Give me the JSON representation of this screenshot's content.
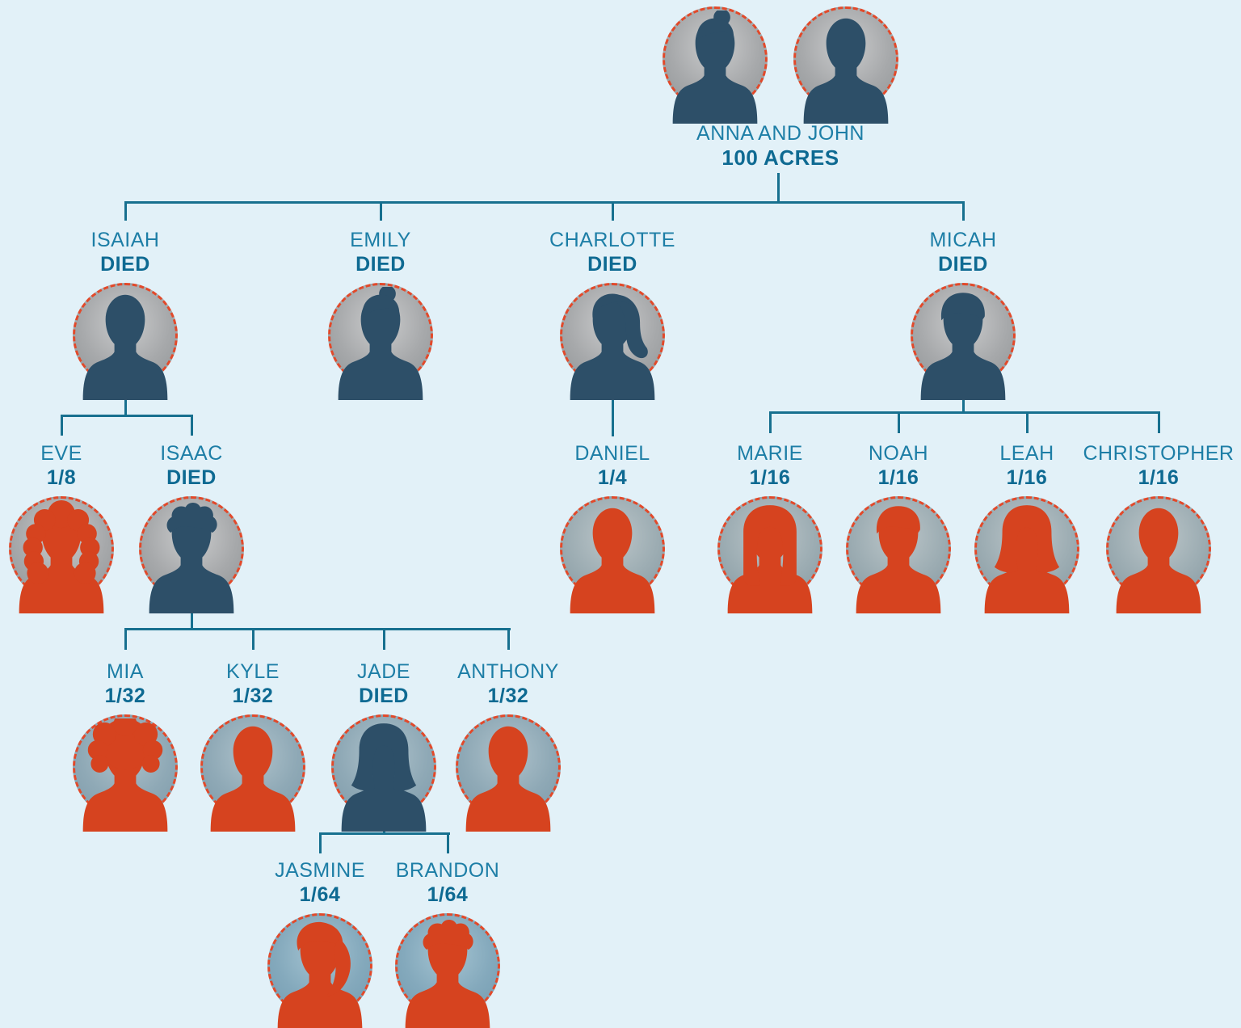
{
  "couple": {
    "names": "ANNA AND JOHN",
    "estate": "100 ACRES"
  },
  "persons": {
    "isaiah": {
      "name": "ISAIAH",
      "status": "DIED"
    },
    "emily": {
      "name": "EMILY",
      "status": "DIED"
    },
    "charlotte": {
      "name": "CHARLOTTE",
      "status": "DIED"
    },
    "micah": {
      "name": "MICAH",
      "status": "DIED"
    },
    "eve": {
      "name": "EVE",
      "status": "1/8"
    },
    "isaac": {
      "name": "ISAAC",
      "status": "DIED"
    },
    "daniel": {
      "name": "DANIEL",
      "status": "1/4"
    },
    "marie": {
      "name": "MARIE",
      "status": "1/16"
    },
    "noah": {
      "name": "NOAH",
      "status": "1/16"
    },
    "leah": {
      "name": "LEAH",
      "status": "1/16"
    },
    "christopher": {
      "name": "CHRISTOPHER",
      "status": "1/16"
    },
    "mia": {
      "name": "MIA",
      "status": "1/32"
    },
    "kyle": {
      "name": "KYLE",
      "status": "1/32"
    },
    "jade": {
      "name": "JADE",
      "status": "DIED"
    },
    "anthony": {
      "name": "ANTHONY",
      "status": "1/32"
    },
    "jasmine": {
      "name": "JASMINE",
      "status": "1/64"
    },
    "brandon": {
      "name": "BRANDON",
      "status": "1/64"
    }
  },
  "colors": {
    "background": "#e2f1f8",
    "name_text": "#1d7ea6",
    "status_text": "#0e6a92",
    "line": "#17708f",
    "alive": "#d6431f",
    "deceased": "#2d4f68",
    "ring": "#e2492a"
  }
}
